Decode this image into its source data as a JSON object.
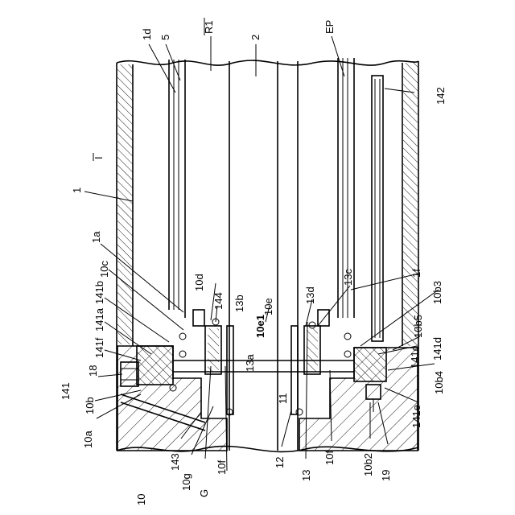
{
  "figure": {
    "labels": {
      "l_1d": "1d",
      "l_5": "5",
      "l_r1": "R1",
      "l_2": "2",
      "l_ep": "EP",
      "l_142": "142",
      "l_I": "I",
      "l_1": "1",
      "l_1a": "1a",
      "l_10c": "10c",
      "l_141b": "141b",
      "l_141a": "141a",
      "l_141f": "141f",
      "l_18": "18",
      "l_141": "141",
      "l_10b": "10b",
      "l_10a": "10a",
      "l_10": "10",
      "l_143": "143",
      "l_10g": "10g",
      "l_G": "G",
      "l_10f_left": "10f",
      "l_12": "12",
      "l_13": "13",
      "l_10f_right": "10f",
      "l_10b2": "10b2",
      "l_19": "19",
      "l_141e": "141e",
      "l_10b4": "10b4",
      "l_141c": "141c",
      "l_141d": "141d",
      "l_10b5": "10b5",
      "l_10b3": "10b3",
      "l_1f": "1f",
      "l_13c": "13c",
      "l_13d": "13d",
      "l_10e_right": "10e",
      "l_10e1": "10e1",
      "l_13b": "13b",
      "l_144": "144",
      "l_10d": "10d",
      "l_13a": "13a",
      "l_11": "11"
    }
  }
}
